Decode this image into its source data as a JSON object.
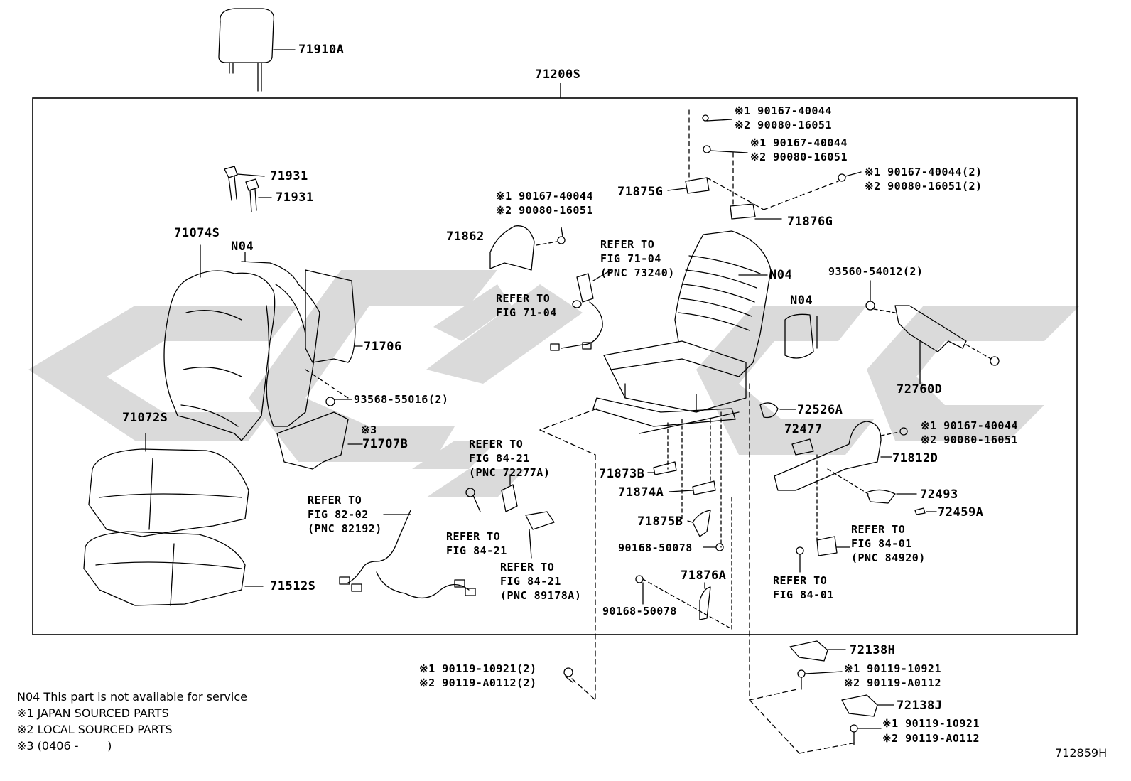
{
  "labels": {
    "headrest": "71910A",
    "assembly": "71200S",
    "support_1": "71931",
    "support_2": "71931",
    "back_cover": "71074S",
    "n04_back": "N04",
    "back_pad": "71706",
    "back_board_screw": "93568-55016(2)",
    "note3_mark": "※3",
    "back_board": "71707B",
    "cushion_cover": "71072S",
    "cushion_pad": "71512S",
    "hinge_cover_screw_1": "※1 90167-40044",
    "hinge_cover_screw_2": "※2 90080-16051",
    "hinge_cover": "71862",
    "refer_7104_a_1": "REFER TO",
    "refer_7104_a_2": "FIG 71-04",
    "refer_7104_a_3": "(PNC 73240)",
    "refer_7104_b_1": "REFER TO",
    "refer_7104_b_2": "FIG 71-04",
    "top_screw_a_1": "※1 90167-40044",
    "top_screw_a_2": "※2 90080-16051",
    "top_screw_b_1": "※1 90167-40044",
    "top_screw_b_2": "※2 90080-16051",
    "top_screw_c_1": "※1 90167-40044(2)",
    "top_screw_c_2": "※2 90080-16051(2)",
    "cover_875g": "71875G",
    "cover_876g": "71876G",
    "n04_frame": "N04",
    "n04_side": "N04",
    "clip_screw": "93560-54012(2)",
    "bracket": "72760D",
    "knob": "72526A",
    "lever_477": "72477",
    "shield_screw_1": "※1 90167-40044",
    "shield_screw_2": "※2 90080-16051",
    "shield": "71812D",
    "knob_493": "72493",
    "knob_459": "72459A",
    "cover_873b": "71873B",
    "cover_874a": "71874A",
    "cover_875b": "71875B",
    "screw_78_a": "90168-50078",
    "cover_876a": "71876A",
    "screw_78_b": "90168-50078",
    "refer_8421_a_1": "REFER TO",
    "refer_8421_a_2": "FIG 84-21",
    "refer_8421_a_3": "(PNC 72277A)",
    "refer_8421_b_1": "REFER TO",
    "refer_8421_b_2": "FIG 84-21",
    "refer_8421_c_1": "REFER TO",
    "refer_8421_c_2": "FIG 84-21",
    "refer_8421_c_3": "(PNC 89178A)",
    "refer_8202_1": "REFER TO",
    "refer_8202_2": "FIG 82-02",
    "refer_8202_3": "(PNC 82192)",
    "refer_8401_a_1": "REFER TO",
    "refer_8401_a_2": "FIG 84-01",
    "refer_8401_a_3": "(PNC 84920)",
    "refer_8401_b_1": "REFER TO",
    "refer_8401_b_2": "FIG 84-01",
    "bottom_bolt_1": "※1 90119-10921(2)",
    "bottom_bolt_2": "※2 90119-A0112(2)",
    "cover_138h": "72138H",
    "bolt_h_1": "※1 90119-10921",
    "bolt_h_2": "※2 90119-A0112",
    "cover_138j": "72138J",
    "bolt_j_1": "※1 90119-10921",
    "bolt_j_2": "※2 90119-A0112"
  },
  "notes": [
    "N04 This part is not available for service",
    "※1 JAPAN SOURCED PARTS",
    "※2 LOCAL SOURCED PARTS",
    "※3 (0406 -        )"
  ],
  "figure_id": "712859H",
  "colors": {
    "line": "#000000",
    "watermark": "#d9d9d9",
    "background": "#ffffff"
  }
}
